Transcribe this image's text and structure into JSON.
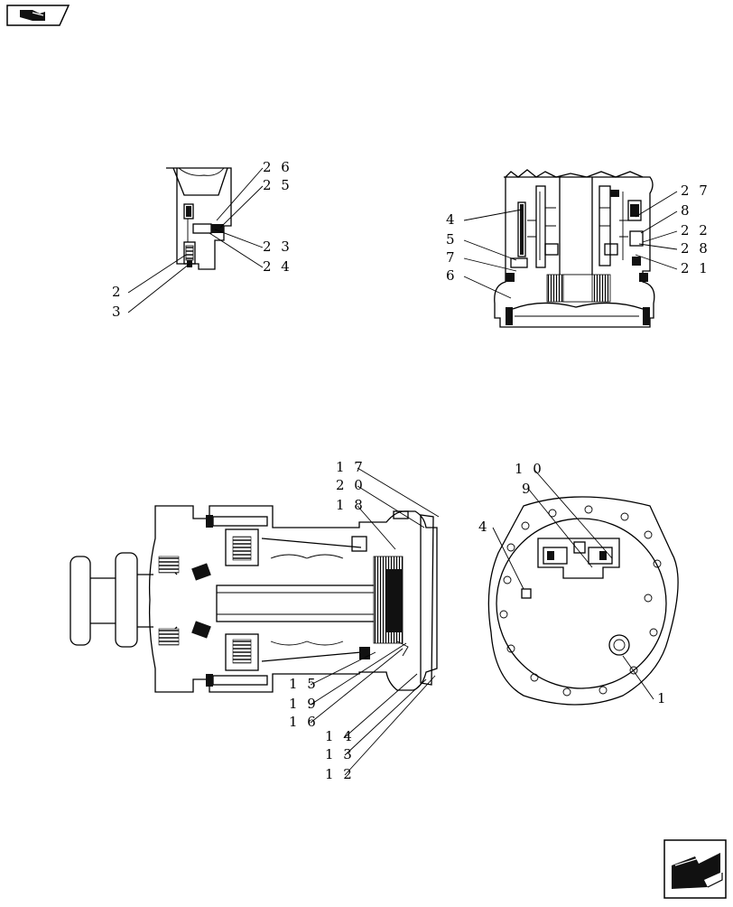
{
  "diagram": {
    "callouts": [
      "1",
      "2",
      "3",
      "4",
      "4",
      "5",
      "6",
      "7",
      "8",
      "9",
      "10",
      "12",
      "13",
      "14",
      "15",
      "16",
      "17",
      "18",
      "19",
      "20",
      "21",
      "22",
      "23",
      "24",
      "25",
      "26",
      "27",
      "28"
    ],
    "labels": {
      "c1": "1",
      "c2": "2",
      "c3": "3",
      "c4a": "4",
      "c4b": "4",
      "c5": "5",
      "c6": "6",
      "c7": "7",
      "c8": "8",
      "c9": "9",
      "c10": "1 0",
      "c12": "1 2",
      "c13": "1 3",
      "c14": "1 4",
      "c15": "1 5",
      "c16": "1 6",
      "c17": "1 7",
      "c18": "1 8",
      "c19": "1 9",
      "c20": "2 0",
      "c21": "2 1",
      "c22": "2 2",
      "c23": "2 3",
      "c24": "2 4",
      "c25": "2 5",
      "c26": "2 6",
      "c27": "2 7",
      "c28": "2 8"
    }
  },
  "nav": {
    "top_icon": "book-icon",
    "bottom_icon": "next-page-arrow-icon"
  }
}
